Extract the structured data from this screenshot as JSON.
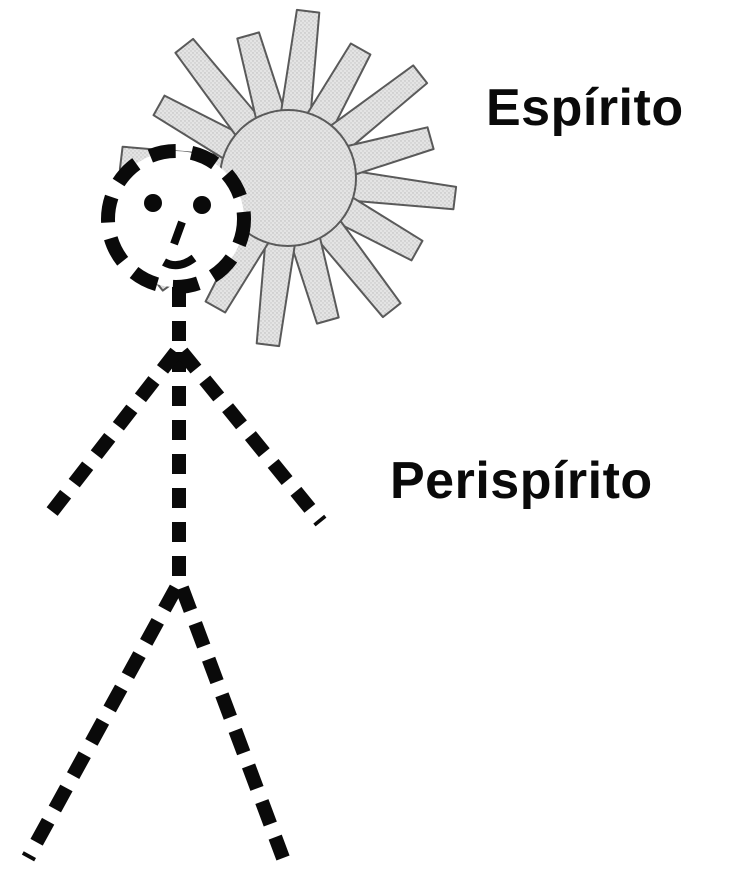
{
  "labels": {
    "spirit": "Espírito",
    "perispirit": "Perispírito"
  },
  "colors": {
    "ink": "#0a0a0a",
    "sun_fill": "#d9d9d9",
    "sun_stroke": "#5a5a5a",
    "background": "#ffffff"
  },
  "icons": {
    "sun": "sun-icon",
    "figure": "dashed-stick-figure"
  }
}
